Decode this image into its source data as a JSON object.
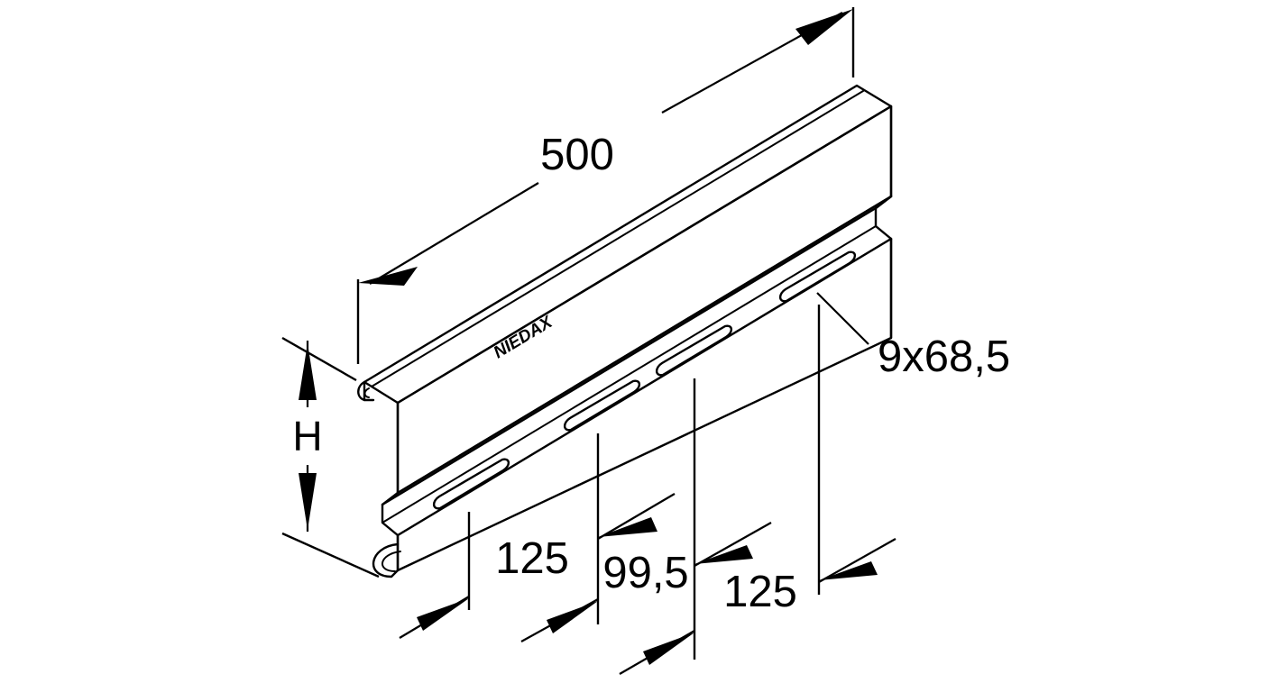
{
  "drawing": {
    "type": "technical-isometric-drawing",
    "subject": "cable-tray-connector-profile",
    "background_color": "#ffffff",
    "line_color": "#000000"
  },
  "dimensions": {
    "length": {
      "label": "500",
      "name": "overall-length",
      "placement": "top"
    },
    "height": {
      "label": "H",
      "name": "profile-height",
      "placement": "left"
    },
    "spacing_1": {
      "label": "125",
      "name": "slot-spacing-first",
      "placement": "bottom"
    },
    "spacing_2": {
      "label": "99,5",
      "name": "slot-spacing-middle",
      "placement": "bottom"
    },
    "spacing_3": {
      "label": "125",
      "name": "slot-spacing-last",
      "placement": "bottom"
    }
  },
  "callouts": {
    "slot_size": {
      "label": "9x68,5",
      "name": "slot-dimension-callout"
    }
  },
  "markings": {
    "stamp": {
      "label": "NIEDAX",
      "name": "manufacturer-stamp"
    }
  }
}
